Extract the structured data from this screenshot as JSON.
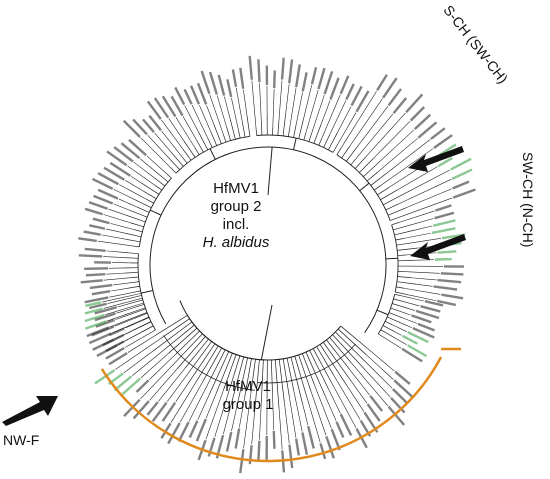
{
  "figure": {
    "group2": {
      "line1": "HfMV1",
      "line2": "group 2",
      "line3": "incl.",
      "line4": "H. albidus"
    },
    "group1": {
      "line1": "HfMV1",
      "line2": "group 1"
    },
    "regions": {
      "s_ch": "S-CH (SW-CH)",
      "sw_ch": "SW-CH (N-CH)",
      "nw_f": "NW-F"
    }
  },
  "colors": {
    "branch": "#222222",
    "label_black": "#1a1a1a",
    "label_green": "#2e9a3c",
    "orange_arc": "#e08a1e",
    "arrow": "#111111"
  },
  "icons": {
    "arrow_s_ch": "arrow-pointer-icon",
    "arrow_sw_ch": "arrow-pointer-icon",
    "arrow_nw_f": "arrow-pointer-icon"
  }
}
